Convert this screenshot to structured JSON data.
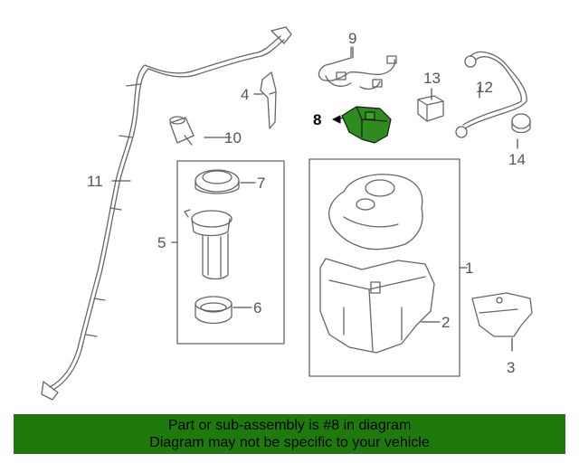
{
  "callouts": {
    "c1": "1",
    "c2": "2",
    "c3": "3",
    "c4": "4",
    "c5": "5",
    "c6": "6",
    "c7": "7",
    "c8": "8",
    "c9": "9",
    "c10": "10",
    "c11": "11",
    "c12": "12",
    "c13": "13",
    "c14": "14"
  },
  "highlight": {
    "part": "8",
    "color": "#2e8b1e"
  },
  "banner": {
    "line1": "Part or sub-assembly is #8 in diagram",
    "line2": "Diagram may not be specific to your vehicle",
    "background": "#1f7a0c"
  }
}
